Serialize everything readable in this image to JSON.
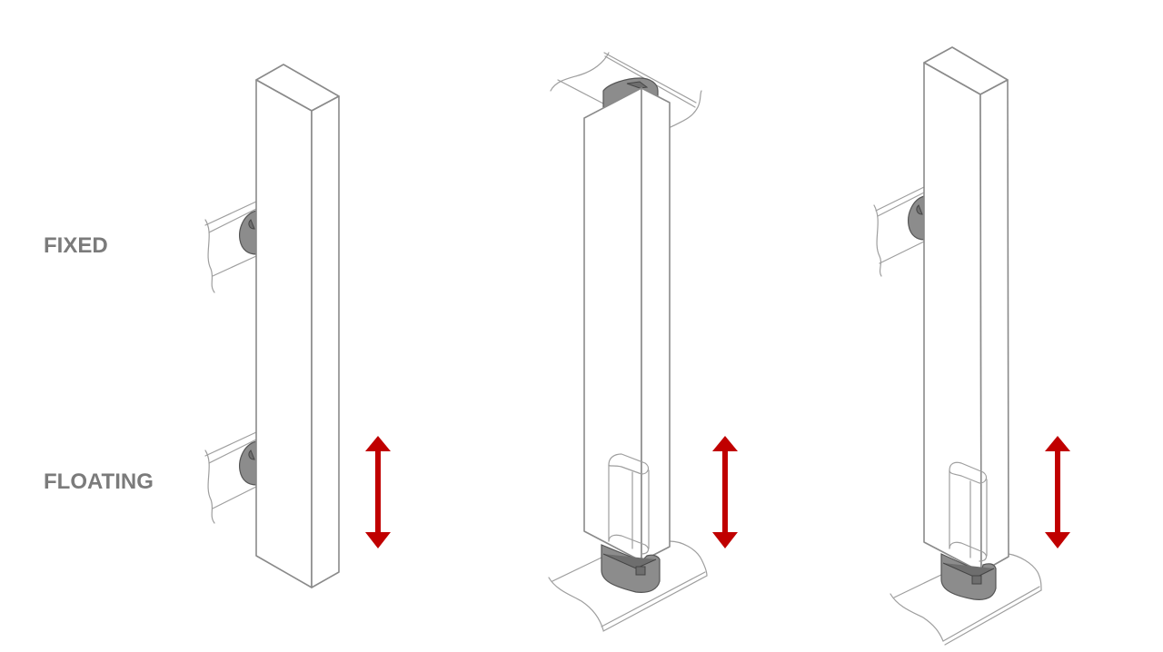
{
  "labels": {
    "fixed": "FIXED",
    "floating": "FLOATING"
  },
  "colors": {
    "label_text": "#7b7b7b",
    "arrow": "#c00000",
    "line": "#8a8a8a",
    "bracket": "#8c8c8c"
  },
  "figures": [
    {
      "id": "post-wall-mounted",
      "mount": "wall brackets (fixed top, floating bottom)",
      "arrow": "vertical double-headed"
    },
    {
      "id": "post-ceiling-floor",
      "mount": "ceiling bracket top, floor foot bottom",
      "arrow": "vertical double-headed"
    },
    {
      "id": "post-wall-floor",
      "mount": "wall bracket top, floor foot bottom",
      "arrow": "vertical double-headed"
    }
  ]
}
